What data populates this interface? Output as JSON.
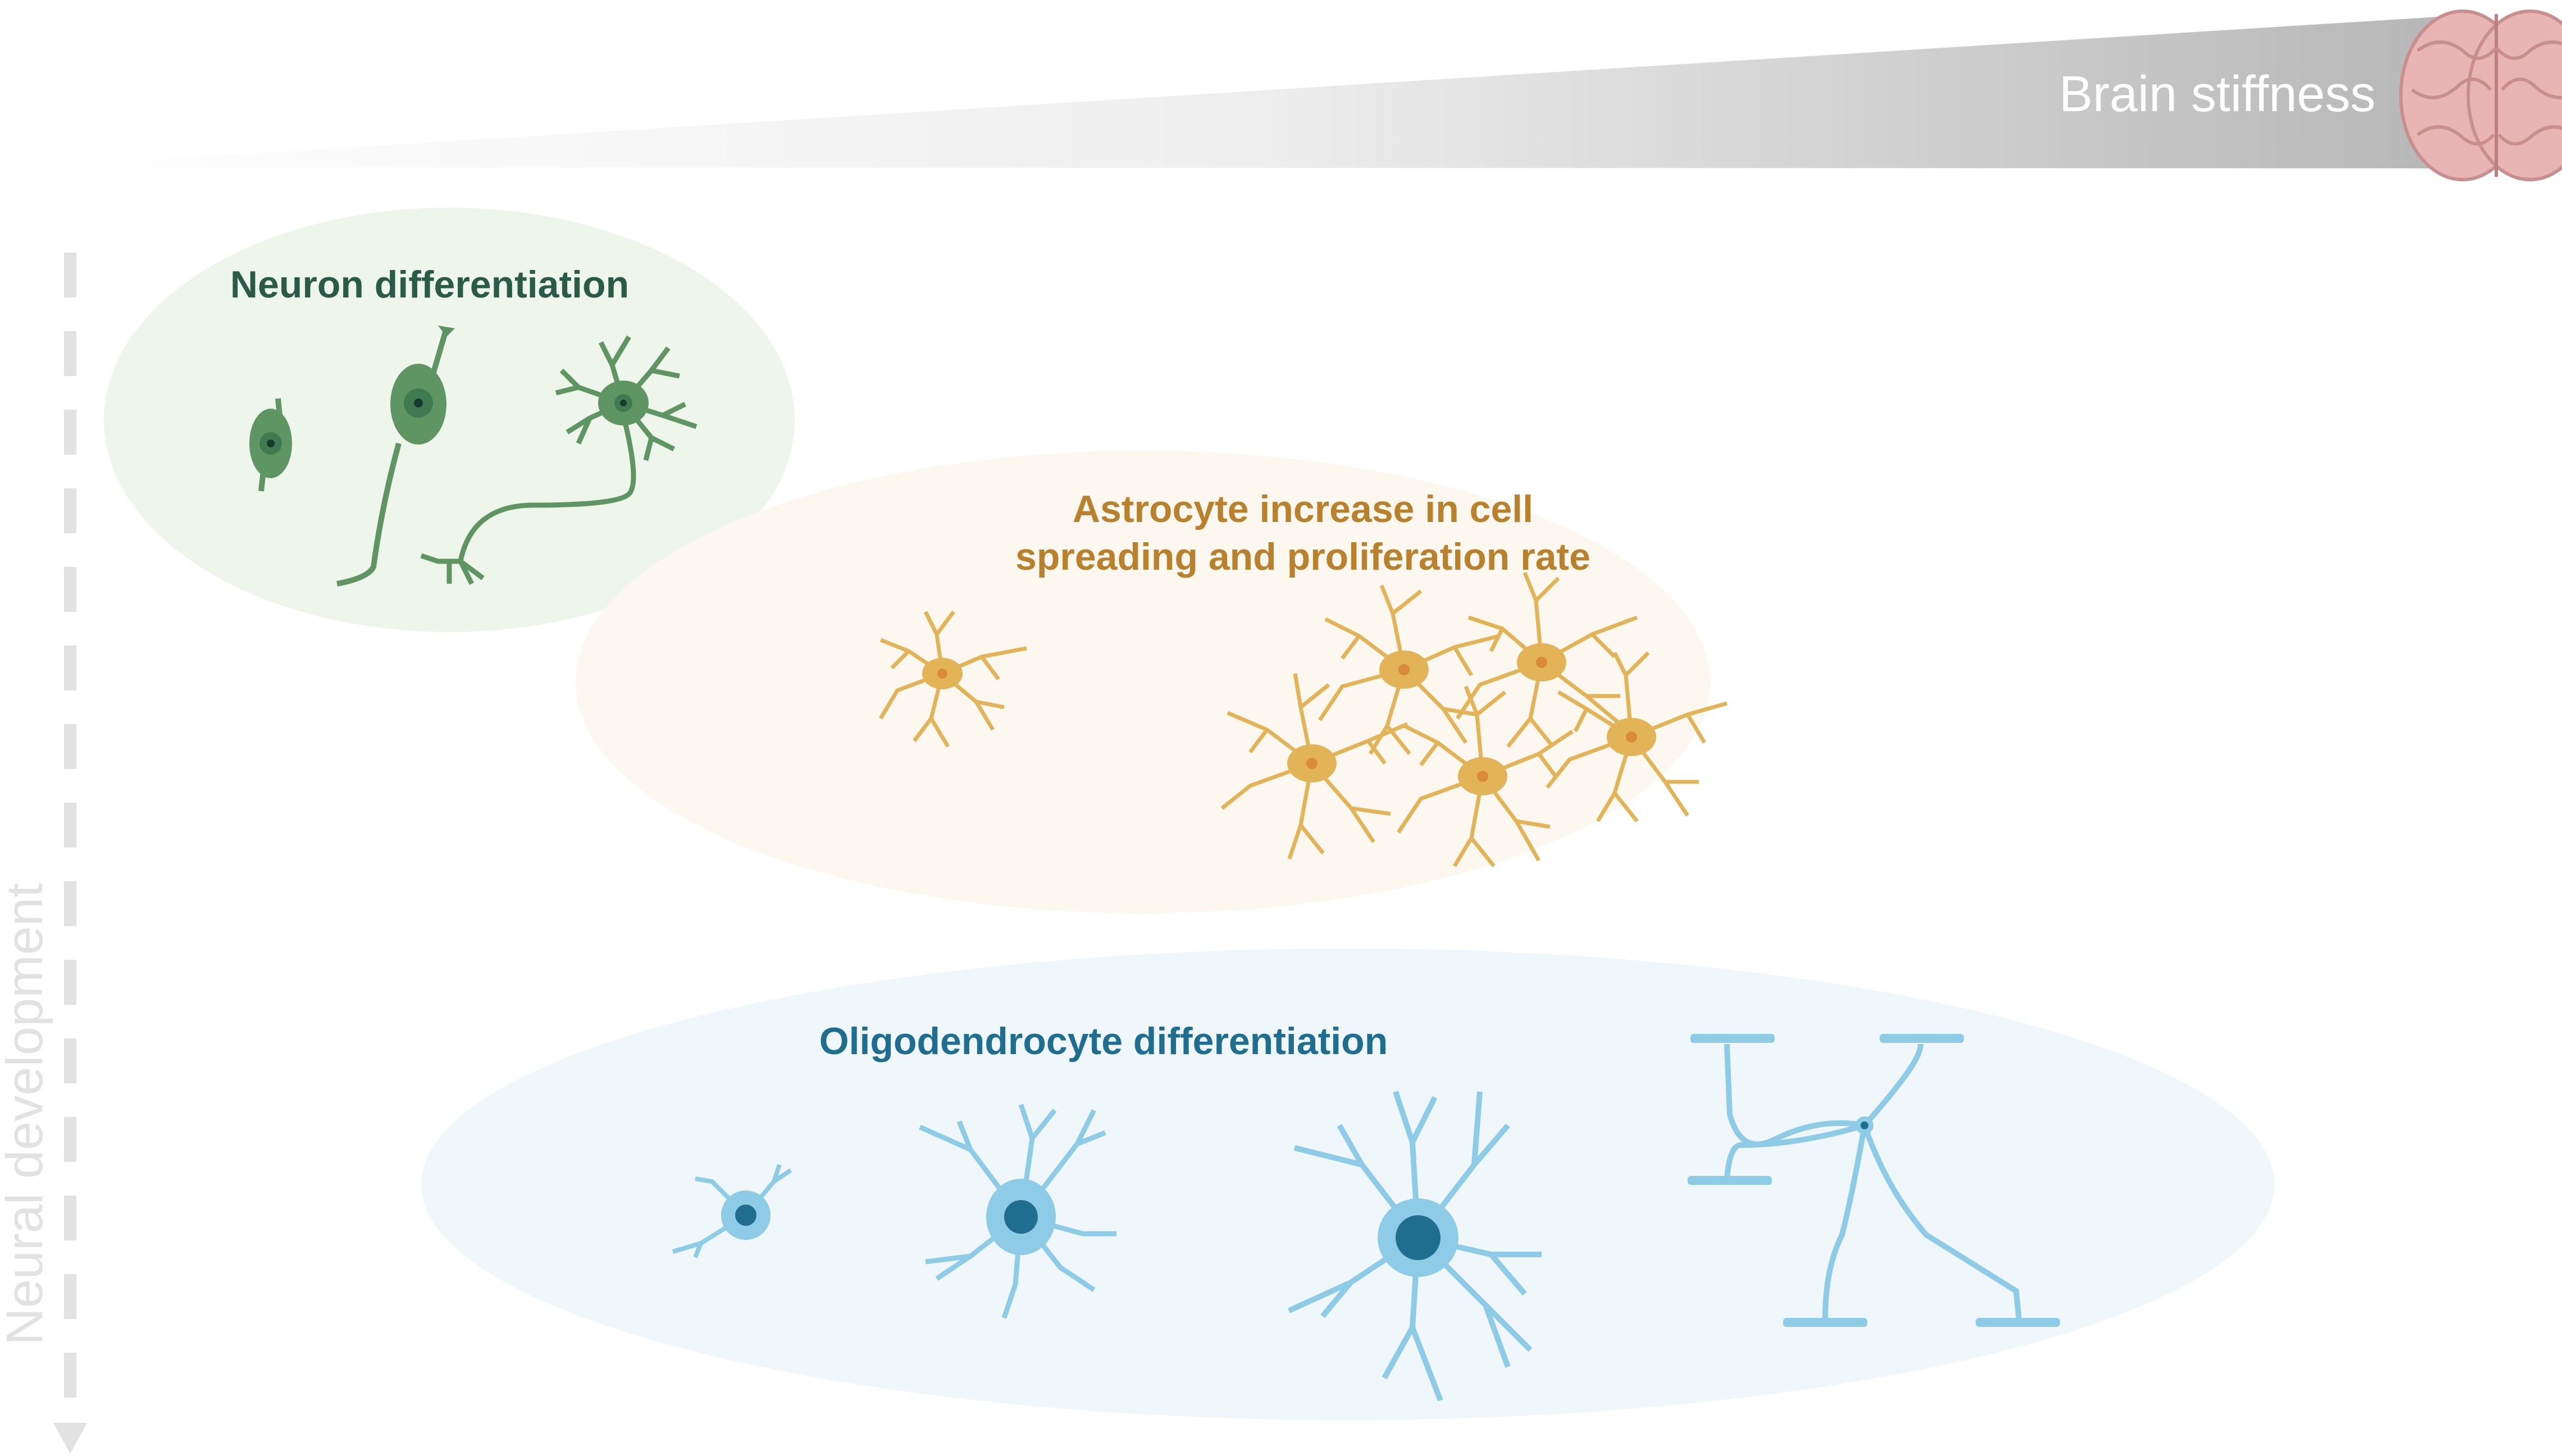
{
  "header": {
    "gradient_label": "Brain stiffness",
    "icon": "brain-icon"
  },
  "side_axis": {
    "label": "Neural development",
    "icon": "arrow-down-icon"
  },
  "panels": {
    "neuron": {
      "title": "Neuron differentiation",
      "color": "#2a5a48",
      "fill": "#eef5ea"
    },
    "astrocyte": {
      "title_line1": "Astrocyte increase in cell",
      "title_line2": "spreading and proliferation rate",
      "color": "#b9812c",
      "fill": "#fcf8ef"
    },
    "oligodendrocyte": {
      "title": "Oligodendrocyte differentiation",
      "color": "#1f6d8f",
      "fill": "#eff7fb"
    }
  },
  "colors": {
    "neuron_cell": "#5f9463",
    "astrocyte_cell": "#e3b457",
    "oligo_cell": "#8dcbe6",
    "gradient_end": "#bdbdbd",
    "axis": "#e2e2e2"
  }
}
